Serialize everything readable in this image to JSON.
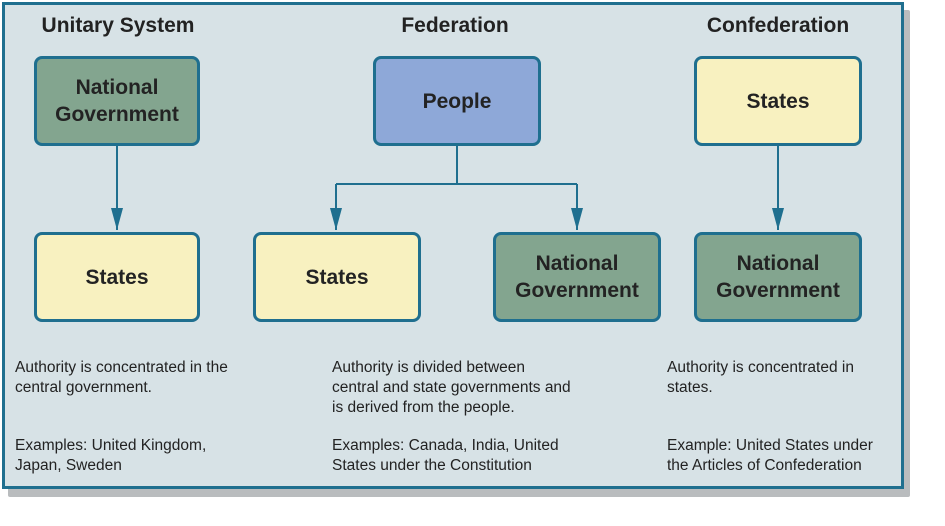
{
  "columns": [
    {
      "heading": "Unitary System",
      "top_box": "National Government",
      "bottom_box": "States",
      "description": "Authority is concentrated in the central government.",
      "examples": "Examples: United Kingdom, Japan, Sweden"
    },
    {
      "heading": "Federation",
      "top_box": "People",
      "bottom_left_box": "States",
      "bottom_right_box": "National Government",
      "description": "Authority is divided between central and state governments and is derived from the people.",
      "examples": "Examples: Canada, India, United States under the Constitution"
    },
    {
      "heading": "Confederation",
      "top_box": "States",
      "bottom_box": "National Government",
      "description": "Authority is concentrated in states.",
      "examples": "Example: United States under the Articles of Confederation"
    }
  ],
  "colors": {
    "border": "#1f6f8f",
    "national": "#83a58f",
    "states": "#f8f1c0",
    "people": "#8ea8d8",
    "panel": "#d7e2e6"
  }
}
